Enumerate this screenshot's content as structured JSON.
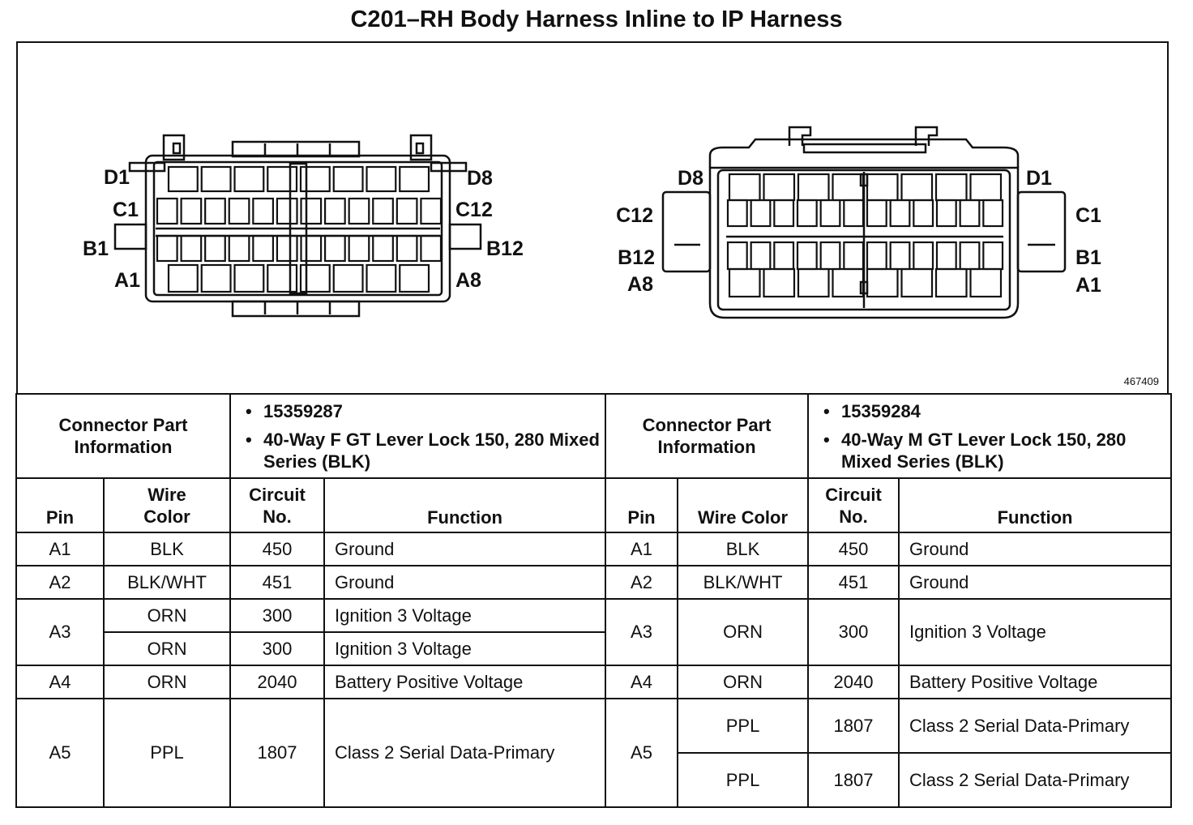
{
  "title": "C201–RH Body Harness Inline to IP Harness",
  "figure_id": "467409",
  "left_connector": {
    "pin_labels": [
      "D1",
      "C1",
      "B1",
      "A1",
      "D8",
      "C12",
      "B12",
      "A8"
    ],
    "part_info_label": "Connector Part Information",
    "part_number": "15359287",
    "description": "40-Way F GT Lever Lock 150, 280 Mixed Series (BLK)"
  },
  "right_connector": {
    "pin_labels": [
      "D8",
      "C12",
      "B12",
      "A8",
      "D1",
      "C1",
      "B1",
      "A1"
    ],
    "part_info_label": "Connector Part Information",
    "part_number": "15359284",
    "description": "40-Way M GT Lever Lock 150, 280 Mixed Series (BLK)"
  },
  "columns": {
    "pin": "Pin",
    "wire_color": "Wire Color",
    "circuit_no": "Circuit No.",
    "function": "Function"
  },
  "left_rows": [
    {
      "pin": "A1",
      "color": "BLK",
      "circuit": "450",
      "function": "Ground"
    },
    {
      "pin": "A2",
      "color": "BLK/WHT",
      "circuit": "451",
      "function": "Ground"
    },
    {
      "pin": "A3",
      "color": "ORN",
      "circuit": "300",
      "function": "Ignition 3 Voltage"
    },
    {
      "pin": "",
      "color": "ORN",
      "circuit": "300",
      "function": "Ignition 3 Voltage"
    },
    {
      "pin": "A4",
      "color": "ORN",
      "circuit": "2040",
      "function": "Battery Positive Voltage"
    },
    {
      "pin": "A5",
      "color": "PPL",
      "circuit": "1807",
      "function": "Class 2 Serial Data-Primary"
    }
  ],
  "right_rows": [
    {
      "pin": "A1",
      "color": "BLK",
      "circuit": "450",
      "function": "Ground"
    },
    {
      "pin": "A2",
      "color": "BLK/WHT",
      "circuit": "451",
      "function": "Ground"
    },
    {
      "pin": "A3",
      "color": "ORN",
      "circuit": "300",
      "function": "Ignition 3 Voltage"
    },
    {
      "pin": "A4",
      "color": "ORN",
      "circuit": "2040",
      "function": "Battery Positive Voltage"
    },
    {
      "pin": "A5",
      "color": "PPL",
      "circuit": "1807",
      "function": "Class 2 Serial Data-Primary"
    },
    {
      "pin": "",
      "color": "PPL",
      "circuit": "1807",
      "function": "Class 2 Serial Data-Primary"
    }
  ]
}
